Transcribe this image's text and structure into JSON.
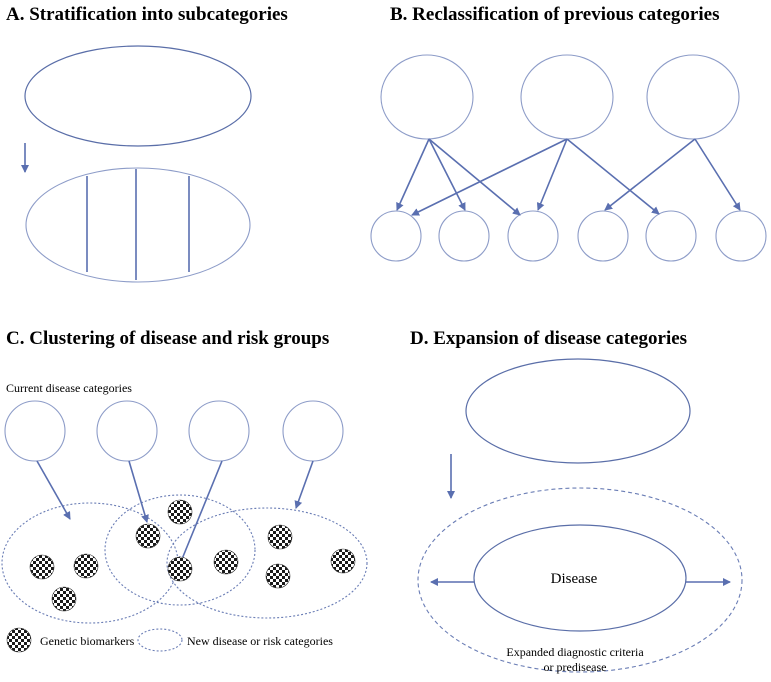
{
  "panels": {
    "a": {
      "title": "A. Stratification into subcategories"
    },
    "b": {
      "title": "B. Reclassification of previous categories"
    },
    "c": {
      "title": "C. Clustering of disease and risk groups",
      "current_label": "Current disease categories",
      "legend": {
        "biomarker_label": "Genetic biomarkers",
        "category_label": "New disease or risk categories"
      }
    },
    "d": {
      "title": "D. Expansion of disease categories",
      "disease_label": "Disease",
      "expanded_label_line1": "Expanded diagnostic criteria",
      "expanded_label_line2": "or predisease"
    }
  },
  "colors": {
    "outline": "#5a6ea8",
    "arrow": "#5a6fb0",
    "checker_dark": "#1a1a1a",
    "checker_light": "#ffffff"
  }
}
